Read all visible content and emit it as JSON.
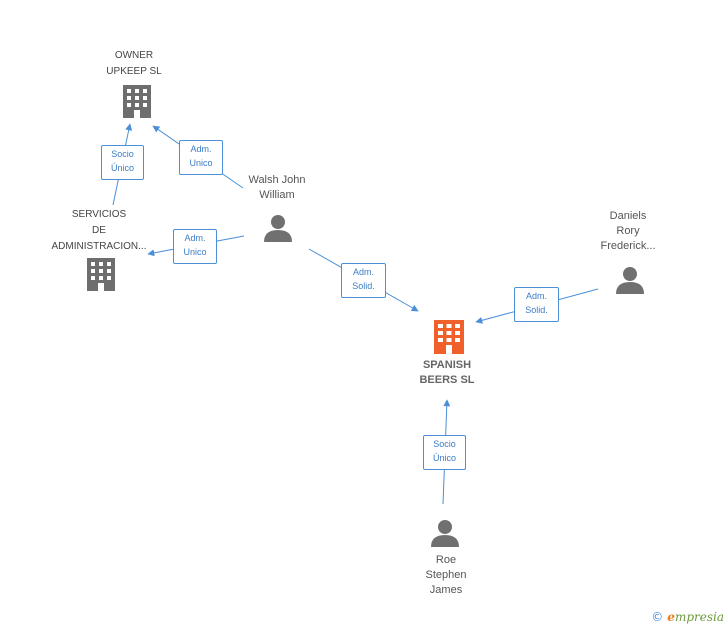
{
  "colors": {
    "edge": "#4a8fd8",
    "company_icon": "#6e6e6e",
    "main_company_icon": "#f0602a",
    "person_icon": "#707070"
  },
  "nodes": {
    "owner_upkeep": {
      "lines": [
        "OWNER",
        "UPKEEP SL"
      ],
      "icon": "building-icon"
    },
    "servicios": {
      "lines": [
        "SERVICIOS",
        "DE",
        "ADMINISTRACION..."
      ],
      "icon": "building-icon"
    },
    "spanish_beers": {
      "lines": [
        "SPANISH",
        "BEERS SL"
      ],
      "icon": "building-icon"
    },
    "walsh": {
      "lines": [
        "Walsh John",
        "William"
      ],
      "icon": "person-icon"
    },
    "daniels": {
      "lines": [
        "Daniels",
        "Rory",
        "Frederick..."
      ],
      "icon": "person-icon"
    },
    "roe": {
      "lines": [
        "Roe",
        "Stephen",
        "James"
      ],
      "icon": "person-icon"
    }
  },
  "edges": {
    "servicios_owner": {
      "lines": [
        "Socio",
        "Único"
      ]
    },
    "walsh_owner": {
      "lines": [
        "Adm.",
        "Unico"
      ]
    },
    "walsh_servicios": {
      "lines": [
        "Adm.",
        "Unico"
      ]
    },
    "walsh_spanish": {
      "lines": [
        "Adm.",
        "Solid."
      ]
    },
    "daniels_spanish": {
      "lines": [
        "Adm.",
        "Solid."
      ]
    },
    "roe_spanish": {
      "lines": [
        "Socio",
        "Único"
      ]
    }
  },
  "brand": {
    "copyright": "©",
    "initial": "e",
    "name": "mpresia"
  }
}
